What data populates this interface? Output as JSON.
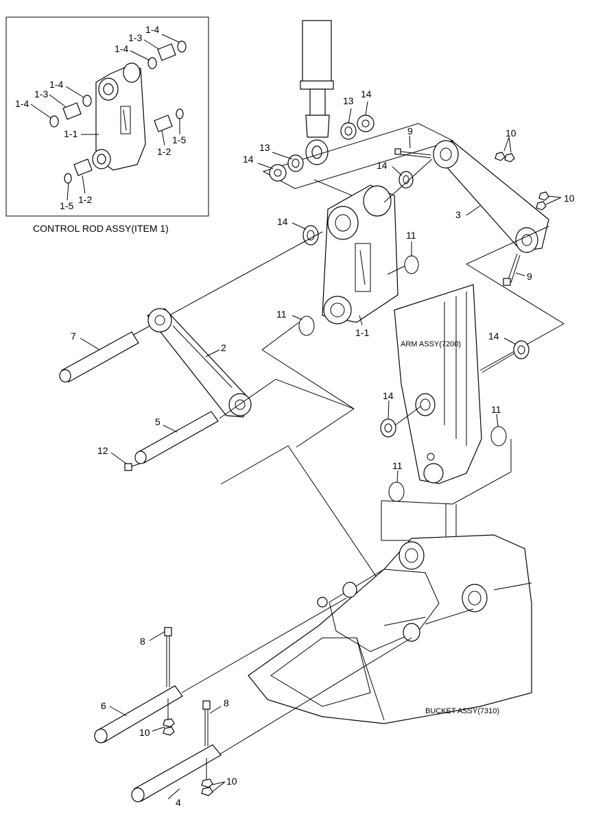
{
  "inset": {
    "caption": "CONTROL ROD ASSY(ITEM 1)",
    "labels": [
      "1-4",
      "1-3",
      "1-4",
      "1-4",
      "1-3",
      "1-4",
      "1-1",
      "1-2",
      "1-5",
      "1-5",
      "1-2"
    ]
  },
  "labels": [
    "13",
    "14",
    "9",
    "10",
    "13",
    "14",
    "14",
    "10",
    "3",
    "14",
    "11",
    "9",
    "11",
    "1-1",
    "7",
    "2",
    "14",
    "5",
    "12",
    "14",
    "11",
    "11",
    "8",
    "6",
    "10",
    "8",
    "10",
    "4"
  ],
  "assembly_captions": {
    "arm": "ARM ASSY(7200)",
    "bucket": "BUCKET ASSY(7310)"
  }
}
